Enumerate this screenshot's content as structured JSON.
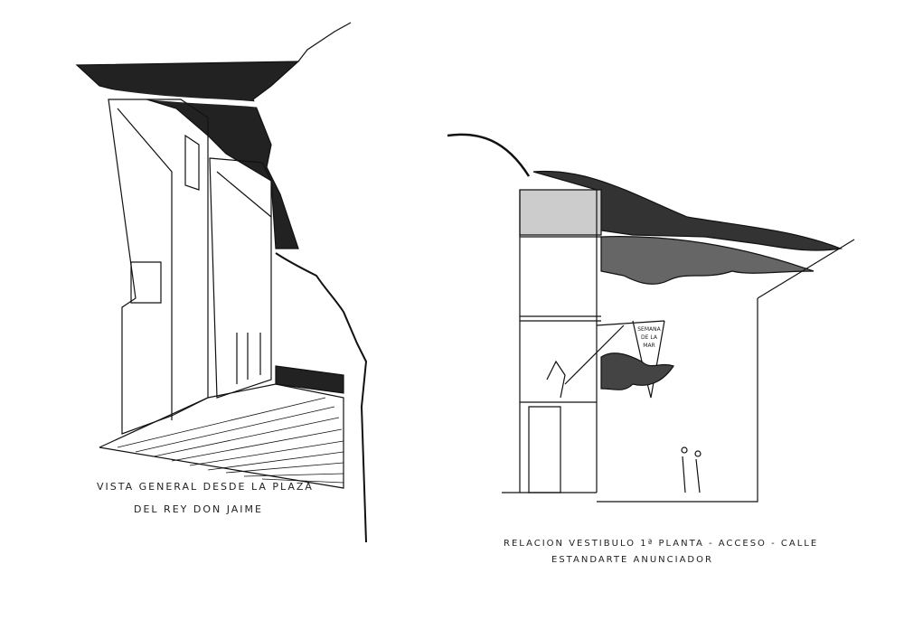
{
  "left_sketch": {
    "caption_line1": "VISTA GENERAL DESDE LA PLAZA",
    "caption_line2": "DEL REY DON JAIME"
  },
  "right_sketch": {
    "caption_line1": "RELACION VESTIBULO 1ª PLANTA - ACCESO - CALLE",
    "caption_line2": "ESTANDARTE ANUNCIADOR",
    "banner_text": "SEMANA DE LA MAR"
  }
}
